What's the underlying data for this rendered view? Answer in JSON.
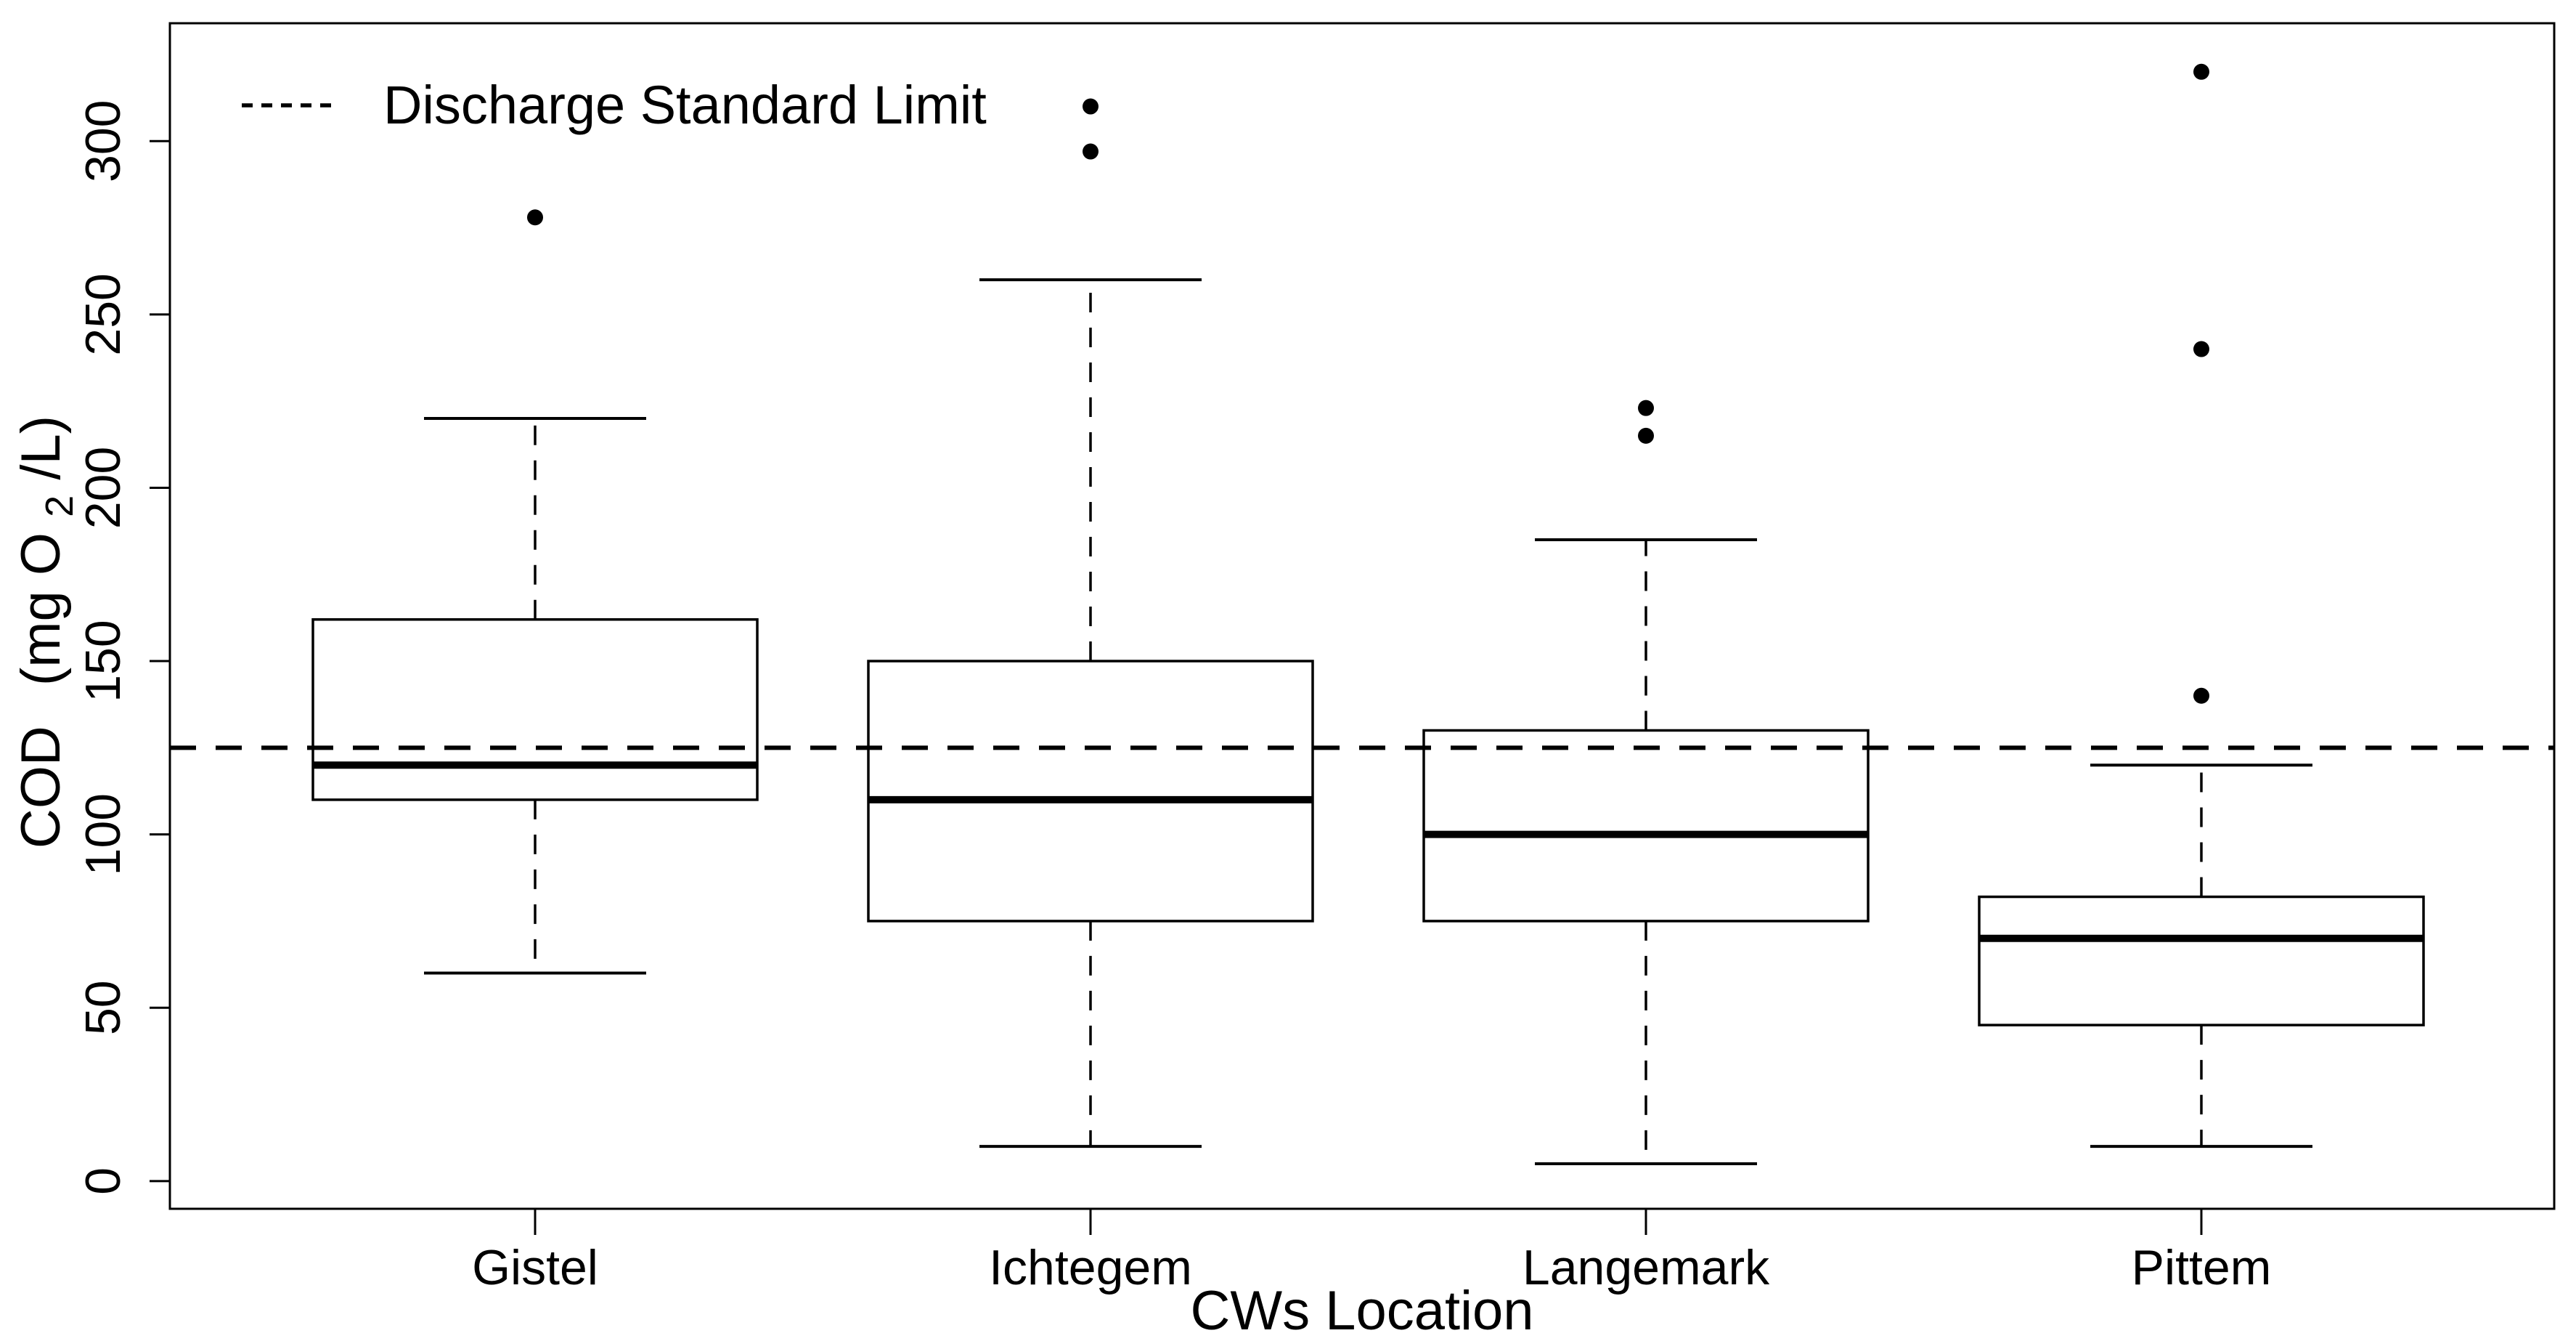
{
  "chart_data": {
    "type": "boxplot",
    "title": "",
    "xlabel": "CWs Location",
    "ylabel": "COD (mg O2/L)",
    "ylabel_parts": {
      "word": "COD",
      "unit_open": "(mg O",
      "sub": "2",
      "unit_close": "/L)"
    },
    "categories": [
      "Gistel",
      "Ichtegem",
      "Langemark",
      "Pittem"
    ],
    "y_ticks": [
      0,
      50,
      100,
      150,
      200,
      250,
      300
    ],
    "ylim": [
      -8,
      334
    ],
    "grid": false,
    "legend_position": "top-left-inside",
    "reference_line": {
      "value": 125,
      "label": "Discharge Standard Limit",
      "style": "dashed"
    },
    "series": [
      {
        "name": "Gistel",
        "whisker_low": 60,
        "q1": 110,
        "median": 120,
        "q3": 162,
        "whisker_high": 220,
        "outliers": [
          278
        ]
      },
      {
        "name": "Ichtegem",
        "whisker_low": 10,
        "q1": 75,
        "median": 110,
        "q3": 150,
        "whisker_high": 260,
        "outliers": [
          297,
          310
        ]
      },
      {
        "name": "Langemark",
        "whisker_low": 5,
        "q1": 75,
        "median": 100,
        "q3": 130,
        "whisker_high": 185,
        "outliers": [
          215,
          223
        ]
      },
      {
        "name": "Pittem",
        "whisker_low": 10,
        "q1": 45,
        "median": 70,
        "q3": 82,
        "whisker_high": 120,
        "outliers": [
          140,
          240,
          320
        ]
      }
    ],
    "colors": {
      "line": "#000000",
      "background": "#ffffff"
    }
  }
}
